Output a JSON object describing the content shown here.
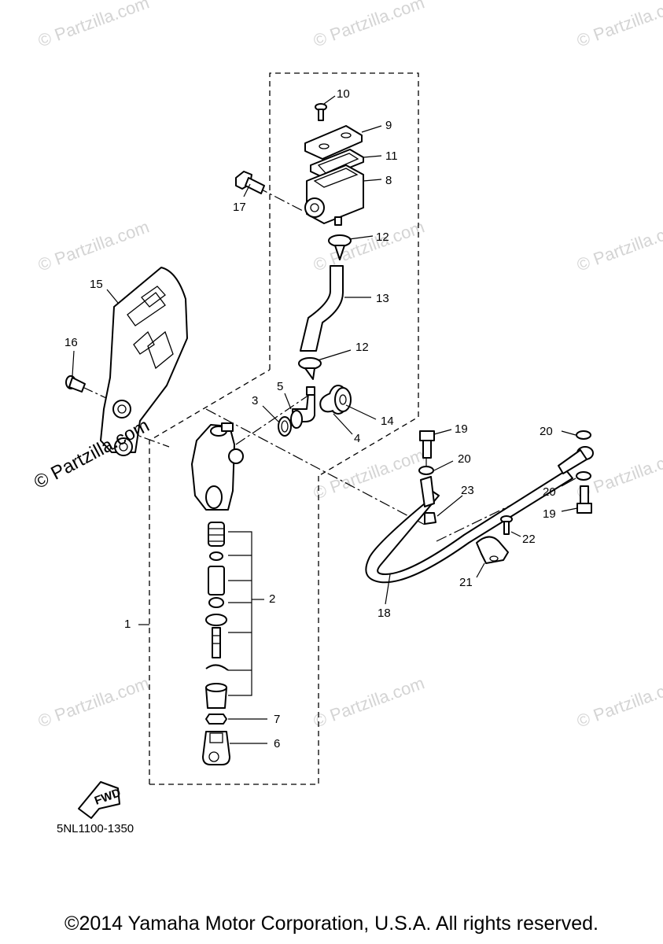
{
  "watermark": {
    "text": "© Partzilla.com",
    "prominent_text": "© Partzilla.com"
  },
  "callouts": {
    "c1": "1",
    "c2": "2",
    "c3": "3",
    "c4": "4",
    "c5": "5",
    "c6": "6",
    "c7": "7",
    "c8": "8",
    "c9": "9",
    "c10": "10",
    "c11": "11",
    "c12a": "12",
    "c12b": "12",
    "c13": "13",
    "c14": "14",
    "c15": "15",
    "c16": "16",
    "c17": "17",
    "c18": "18",
    "c19a": "19",
    "c19b": "19",
    "c20a": "20",
    "c20b": "20",
    "c20c": "20",
    "c21": "21",
    "c22": "22",
    "c23": "23"
  },
  "fwd_label": "FWD",
  "diagram_code": "5NL1100-1350",
  "copyright": "©2014 Yamaha Motor Corporation, U.S.A. All rights reserved."
}
